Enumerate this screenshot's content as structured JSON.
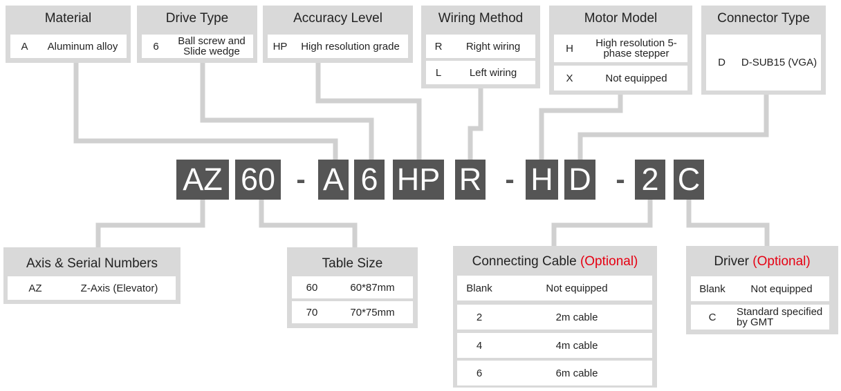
{
  "code_parts": [
    "AZ",
    "60",
    "A",
    "6",
    "HP",
    "R",
    "H",
    "D",
    "2",
    "C"
  ],
  "separator": "-",
  "material": {
    "title": "Material",
    "rows": [
      {
        "code": "A",
        "desc": "Aluminum alloy"
      }
    ]
  },
  "drive_type": {
    "title": "Drive Type",
    "rows": [
      {
        "code": "6",
        "desc": "Ball screw and Slide wedge"
      }
    ]
  },
  "accuracy_level": {
    "title": "Accuracy Level",
    "rows": [
      {
        "code": "HP",
        "desc": "High resolution grade"
      }
    ]
  },
  "wiring_method": {
    "title": "Wiring Method",
    "rows": [
      {
        "code": "R",
        "desc": "Right wiring"
      },
      {
        "code": "L",
        "desc": "Left wiring"
      }
    ]
  },
  "motor_model": {
    "title": "Motor Model",
    "rows": [
      {
        "code": "H",
        "desc": "High resolution 5-phase stepper"
      },
      {
        "code": "X",
        "desc": "Not equipped"
      }
    ]
  },
  "connector_type": {
    "title": "Connector Type",
    "rows": [
      {
        "code": "D",
        "desc": "D-SUB15 (VGA)"
      }
    ]
  },
  "axis_serial": {
    "title": "Axis & Serial Numbers",
    "rows": [
      {
        "code": "AZ",
        "desc": "Z-Axis (Elevator)"
      }
    ]
  },
  "table_size": {
    "title": "Table Size",
    "rows": [
      {
        "code": "60",
        "desc": "60*87mm"
      },
      {
        "code": "70",
        "desc": "70*75mm"
      }
    ]
  },
  "connecting_cable": {
    "title": "Connecting Cable",
    "optional": "(Optional)",
    "rows": [
      {
        "code": "Blank",
        "desc": "Not equipped"
      },
      {
        "code": "2",
        "desc": "2m cable"
      },
      {
        "code": "4",
        "desc": "4m cable"
      },
      {
        "code": "6",
        "desc": "6m cable"
      }
    ]
  },
  "driver": {
    "title": "Driver",
    "optional": "(Optional)",
    "rows": [
      {
        "code": "Blank",
        "desc": "Not equipped"
      },
      {
        "code": "C",
        "desc": "Standard specified by GMT"
      }
    ]
  },
  "colors": {
    "box_bg": "#d9d9d9",
    "code_bg": "#555555",
    "connector_line": "#d0d0d0",
    "optional_text": "#e60012"
  }
}
